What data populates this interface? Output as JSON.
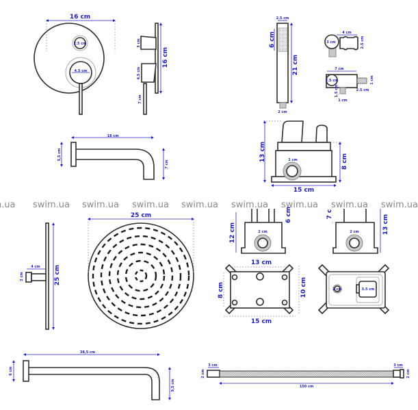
{
  "colors": {
    "dimension": "#1c1cb4",
    "outline": "#2b2b2b",
    "watermark": "#8a8a8a"
  },
  "watermark": "swim.ua",
  "watermark_partial": "m.ua",
  "mixer_front": {
    "width": "16 cm",
    "button": "2.5 cm",
    "handle": "4.5 cm"
  },
  "mixer_side": {
    "height": "16 cm",
    "knob": "3 cm",
    "handle_body": "4.5 cm",
    "lever": "7 cm"
  },
  "spout": {
    "length": "18 cm",
    "flange": "5,5 cm",
    "drop": "7 cm"
  },
  "hand_shower": {
    "width": "2.5 cm",
    "head": "6 cm",
    "length": "21 cm",
    "connector": "2 cm"
  },
  "holder": {
    "length": "4 cm",
    "diameter": "3 cm",
    "height": "2.5 cm"
  },
  "outlet": {
    "length": "7 cm",
    "diameter": "2.5 cm",
    "nipple_height": "1 cm",
    "nipple_length": "2.5 cm",
    "bottom_height": "1.5 cm",
    "bottom_width": "1 cm"
  },
  "mixer_box": {
    "height": "13 cm",
    "body": "8 cm",
    "width": "15 cm",
    "port": "2 cm"
  },
  "ceiling_side": {
    "height": "25 cm",
    "connector": "4 cm",
    "connector_dia": "2 cm"
  },
  "rain_shower": {
    "diameter": "25 cm"
  },
  "arm": {
    "length": "38,5 cm",
    "flange": "6 cm",
    "drop": "9,5 cm"
  },
  "box_a": {
    "height": "12 cm",
    "pipes": "6 cm",
    "port": "2 cm"
  },
  "box_b": {
    "pipes": "7 c",
    "height": "13 cm",
    "port": "2 cm"
  },
  "frame_a": {
    "top": "13 cm",
    "height": "8 cm",
    "outer_height": "10 cm",
    "bottom": "15 cm"
  },
  "frame_b": {
    "small": "2 cm",
    "cartridge": "3.5 cm"
  },
  "hose": {
    "left_end": "3 cm",
    "left_dia": "2 cm",
    "right_end": "3 cm",
    "right_dia": "2 cm",
    "length": "150 cm"
  }
}
